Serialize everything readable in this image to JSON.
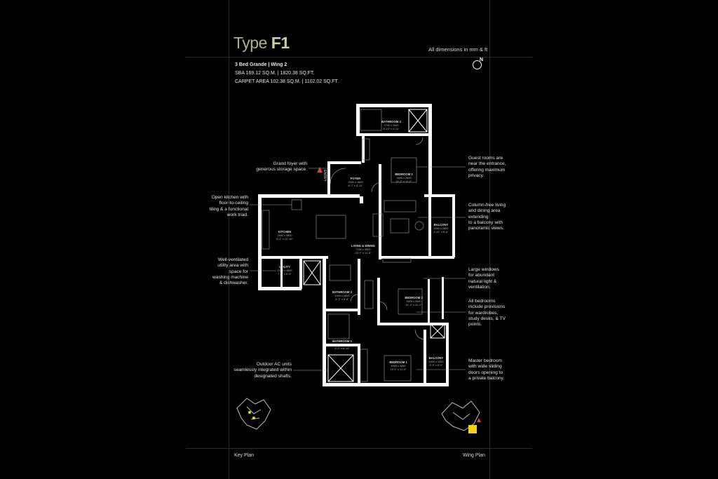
{
  "header": {
    "title_light": "Type",
    "title_bold": "F1",
    "dimensions_note": "All dimensions in mm & ft",
    "unit_type": "3 Bed Grande | Wing 2",
    "sba": "SBA 169.12 SQ.M. | 1820.38 SQ.FT.",
    "carpet": "CARPET AREA 102.38 SQ.M. | 1102.02 SQ.FT.",
    "north_label": "N"
  },
  "notes_left": {
    "foyer": "Grand foyer with\ngenerous storage space.",
    "kitchen": "Open kitchen with\nfloor-to-ceiling\ntiling & a functional\nwork triad.",
    "utility": "Well-ventilated\nutility area with\nspace for\nwashing machine\n& dishwasher.",
    "ac": "Outdoor AC units\nseamlessly integrated within\ndesignated shafts."
  },
  "notes_right": {
    "guest": "Guest rooms are\nnear the entrance,\noffering maximum\nprivacy.",
    "living": "Column-free living\nand dining area\nextending\nto a balcony with\npanoramic views.",
    "windows": "Large windows\nfor abundant\nnatural light &\nventilation.",
    "bedrooms": "All bedrooms\ninclude provisions\nfor wardrobes,\nstudy desks, & TV\npoints.",
    "master": "Master bedroom\nwith wide sliding\ndoors opening to\na private balcony."
  },
  "rooms": {
    "bathroom2": {
      "name": "BATHROOM 2",
      "mm": "2700 x 1500",
      "ft": "8'-10\" x 4'-11\""
    },
    "bedroom2": {
      "name": "BEDROOM 2",
      "mm": "3400 x 3400",
      "ft": "11'-2\" x 11'-2\""
    },
    "foyer": {
      "name": "FOYER",
      "mm": "2000 x 1600",
      "ft": "6'-7\" x 5'-11\""
    },
    "kitchen": {
      "name": "KITCHEN",
      "mm": "2500 x 3900",
      "ft": "8'-2\" x 12'-10\""
    },
    "living": {
      "name": "LIVING & DINING",
      "mm": "7200 x 3900",
      "ft": "23'-7\" x 11'-6\""
    },
    "balcony": {
      "name": "BALCONY",
      "mm": "1500 x 2600",
      "ft": "4'-11\" x 8'-6\""
    },
    "utility": {
      "name": "UTILITY",
      "mm": "2350 x 1600",
      "ft": "7'-8\" x 5'-3\""
    },
    "bathroom3": {
      "name": "BATHROOM 3",
      "mm": "1900 x 2600",
      "ft": "6'-2\" x 8'-6\""
    },
    "bedroom3": {
      "name": "BEDROOM 3",
      "mm": "3400 x 3400",
      "ft": "11'-2\" x 11'-2\""
    },
    "bathroom1": {
      "name": "BATHROOM 1",
      "mm": "1600 x 2700",
      "ft": "5'-3\" x 8'-10\""
    },
    "bedroom1": {
      "name": "BEDROOM 1",
      "mm": "4000 x 3450",
      "ft": "13'-1\" x 11'-4\""
    },
    "balcony1": {
      "name": "BALCONY",
      "mm": "1000 x 2400",
      "ft": "3'-3\" x 8'-0\""
    }
  },
  "entry_label": "ENTRY",
  "footer": {
    "key_plan": "Key Plan",
    "wing_plan": "Wing Plan"
  },
  "colors": {
    "background": "#000000",
    "title_accent": "#c6d09f",
    "entry_marker": "#e0413a",
    "wing_highlight": "#f2d21b"
  }
}
